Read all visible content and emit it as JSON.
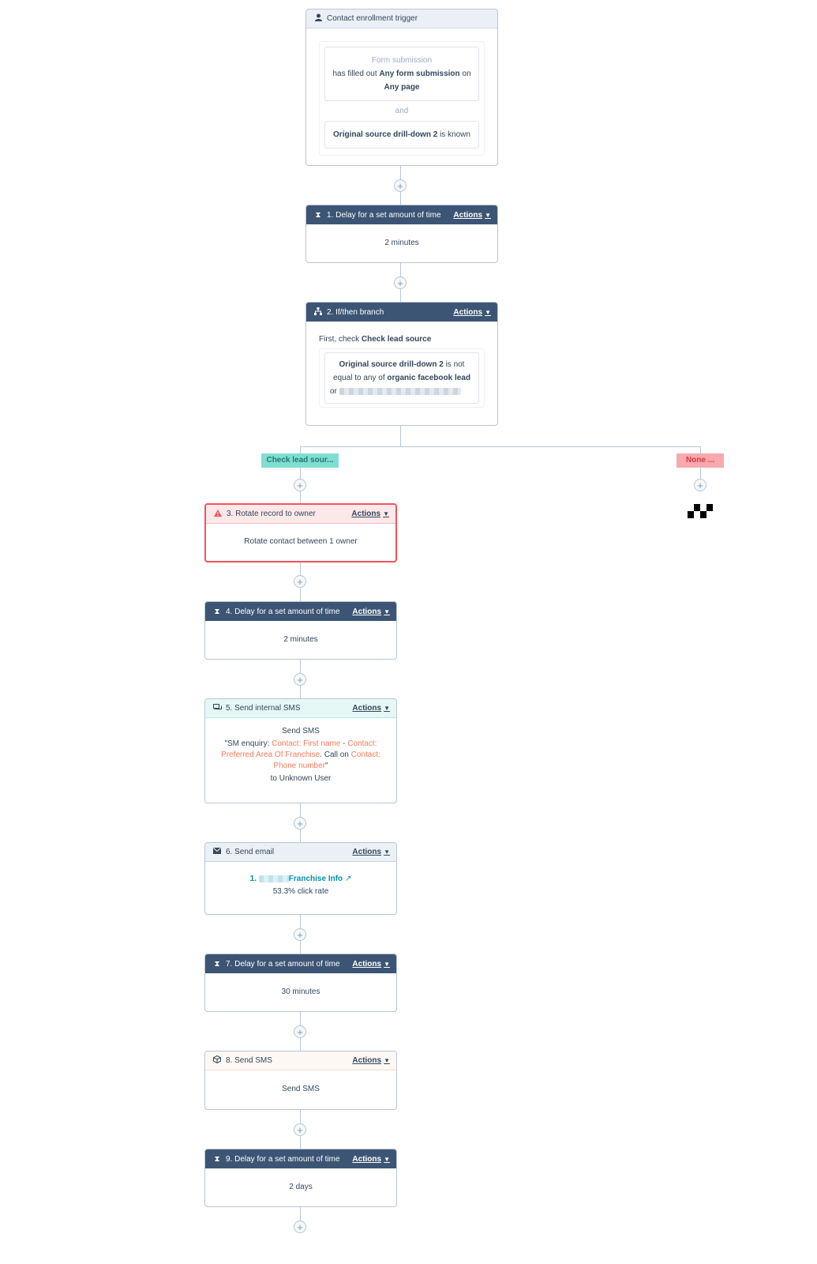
{
  "trigger": {
    "title": "Contact enrollment trigger",
    "form_label": "Form submission",
    "cond1_prefix": "has filled out",
    "cond1_form": "Any form submission",
    "cond1_mid": "on",
    "cond1_page": "Any page",
    "and_label": "and",
    "cond2_prop": "Original source drill-down 2",
    "cond2_suffix": "is known"
  },
  "actions_label": "Actions",
  "plus_glyph": "+",
  "steps": {
    "s1": {
      "title": "1. Delay for a set amount of time",
      "value": "2 minutes"
    },
    "s2": {
      "title": "2. If/then branch",
      "first_prefix": "First, check",
      "first_name": "Check lead source",
      "cond_prop": "Original source drill-down 2",
      "cond_mid": "is not equal to any of",
      "cond_value": "organic facebook lead",
      "cond_or": "or"
    },
    "s3": {
      "title": "3. Rotate record to owner",
      "value": "Rotate contact between 1 owner"
    },
    "s4": {
      "title": "4. Delay for a set amount of time",
      "value": "2 minutes"
    },
    "s5": {
      "title": "5. Send internal SMS",
      "line1": "Send SMS",
      "q_open": "\"SM enquiry:",
      "tok1": "Contact: First name",
      "dash": "-",
      "tok2": "Contact: Preferred Area Of Franchise",
      "call_on": ". Call on",
      "tok3": "Contact: Phone number",
      "q_close": "\"",
      "to_prefix": "to",
      "to_user": "Unknown User"
    },
    "s6": {
      "title": "6. Send email",
      "email_num": "1.",
      "email_name": "Franchise Info",
      "rate": "53.3% click rate"
    },
    "s7": {
      "title": "7. Delay for a set amount of time",
      "value": "30 minutes"
    },
    "s8": {
      "title": "8. Send SMS",
      "value": "Send SMS"
    },
    "s9": {
      "title": "9. Delay for a set amount of time",
      "value": "2 days"
    }
  },
  "branches": {
    "left": {
      "label": "Check lead sour...",
      "color": "#7fded1"
    },
    "right": {
      "label": "None ...",
      "color": "#f8a9ad"
    }
  },
  "colors": {
    "header_dark": "#3d5574",
    "error": "#f2545b",
    "token": "#ff7a59",
    "link": "#0091ae"
  }
}
